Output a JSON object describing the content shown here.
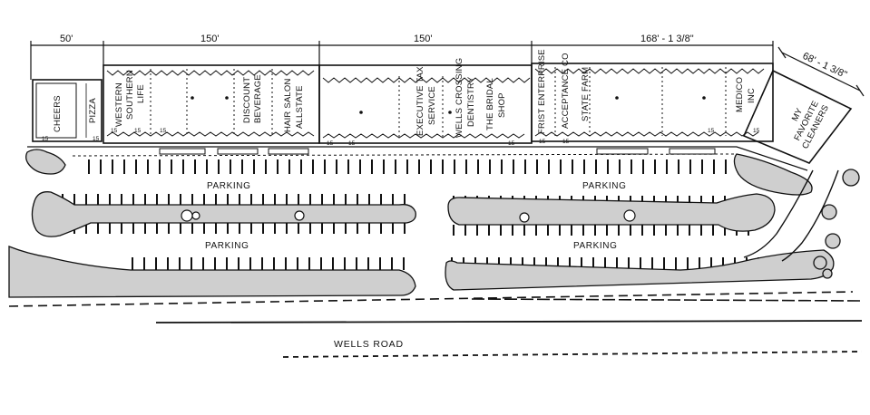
{
  "dimensions": [
    {
      "id": "dim-50",
      "label": "50'"
    },
    {
      "id": "dim-150-a",
      "label": "150'"
    },
    {
      "id": "dim-150-b",
      "label": "150'"
    },
    {
      "id": "dim-168",
      "label": "168' - 1 3/8\""
    },
    {
      "id": "dim-68",
      "label": "68' - 1 3/8\""
    }
  ],
  "tenants": [
    {
      "id": "cheers",
      "lines": [
        "CHEERS"
      ]
    },
    {
      "id": "pizza",
      "lines": [
        "PIZZA"
      ]
    },
    {
      "id": "western-southern-life",
      "lines": [
        "WESTERN",
        "SOUTHERN",
        "LIFE"
      ]
    },
    {
      "id": "discount-beverage",
      "lines": [
        "DISCOUNT",
        "BEVERAGE"
      ]
    },
    {
      "id": "hair-salon-allstate",
      "lines": [
        "HAIR SALON",
        "ALLSTATE"
      ]
    },
    {
      "id": "executive-tax-service",
      "lines": [
        "EXECUTIVE TAX",
        "SERVICE"
      ]
    },
    {
      "id": "wells-crossing-dentistry",
      "lines": [
        "WELLS CROSSING",
        "DENTISTRY"
      ]
    },
    {
      "id": "the-bridal-shop",
      "lines": [
        "THE BRIDAL",
        "SHOP"
      ]
    },
    {
      "id": "first-enterprise-acceptance",
      "lines": [
        "FRIST ENTERPRISE",
        "ACCEPTANCE CO"
      ]
    },
    {
      "id": "state-farm",
      "lines": [
        "STATE FARM"
      ]
    },
    {
      "id": "medico-inc",
      "lines": [
        "MEDICO",
        "INC"
      ]
    },
    {
      "id": "my-favorite-cleaners",
      "lines": [
        "MY",
        "FAVORITE",
        "CLEANERS"
      ]
    }
  ],
  "parking_labels": [
    "PARKING",
    "PARKING",
    "PARKING",
    "PARKING"
  ],
  "road_label": "WELLS ROAD",
  "bay_number": "15"
}
